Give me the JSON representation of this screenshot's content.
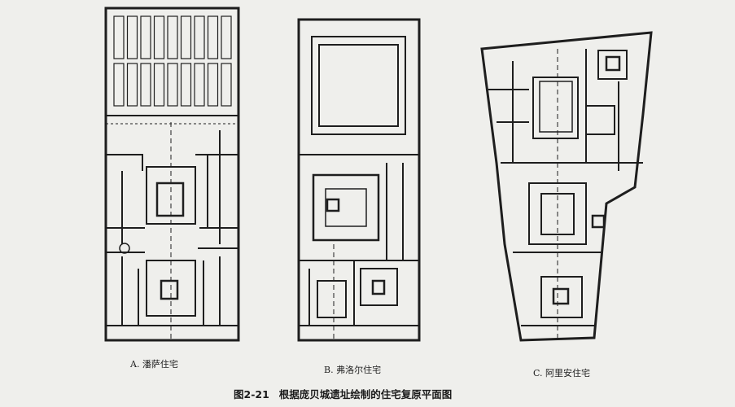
{
  "figure": {
    "number": "图2-21",
    "title": "根据庞贝城遗址绘制的住宅复原平面图"
  },
  "plans": [
    {
      "label": "A. 潘萨住宅"
    },
    {
      "label": "B. 弗洛尔住宅"
    },
    {
      "label": "C. 阿里安住宅"
    }
  ]
}
